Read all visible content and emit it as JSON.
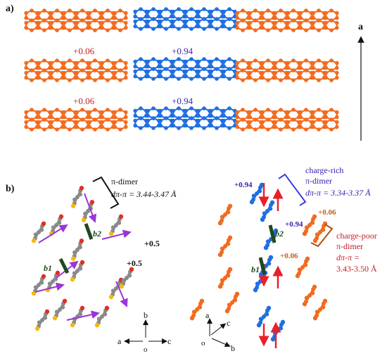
{
  "panel_a": {
    "label": "a)",
    "axis_label": "a",
    "charges": [
      {
        "text": "+0.06",
        "color": "#c0202a"
      },
      {
        "text": "+0.94",
        "color": "#3a20b0"
      },
      {
        "text": "+0.06",
        "color": "#c0202a"
      },
      {
        "text": "+0.94",
        "color": "#3a20b0"
      }
    ]
  },
  "panel_b": {
    "label": "b)",
    "left": {
      "dimer_title": "π-dimer",
      "dimer_dist": "dπ-π = 3.44-3.47 Å",
      "b1": "b1",
      "b2": "b2",
      "charge1": "+0.5",
      "charge2": "+0.5",
      "axes": {
        "up": "b",
        "left": "a",
        "right": "c",
        "origin": "o"
      }
    },
    "right": {
      "charge_top": "+0.94",
      "charge_mid": "+0.94",
      "orange_top": "+0.06",
      "orange_mid": "+0.06",
      "rich_l1": "charge-rich",
      "rich_l2": "π-dimer",
      "rich_l3": "dπ-π = 3.34-3.37 Å",
      "poor_l1": "charge-poor",
      "poor_l2": "π-dimer",
      "poor_l3": "dπ-π =",
      "poor_l4": "3.43-3.50 Å",
      "b1": "b1",
      "b2": "b2",
      "axes": {
        "up": "a",
        "left": "o",
        "diag": "c",
        "right": "b"
      }
    }
  },
  "colors": {
    "orange": "#f26b1f",
    "blue": "#1f6fe0",
    "gray": "#8a8a8a",
    "purple": "#9b35d6",
    "red_arrow": "#e8202a",
    "dark_green": "#1e4a1e",
    "charge_red": "#c0202a",
    "charge_blue": "#3a20b0",
    "poor_brown": "#b05010"
  }
}
